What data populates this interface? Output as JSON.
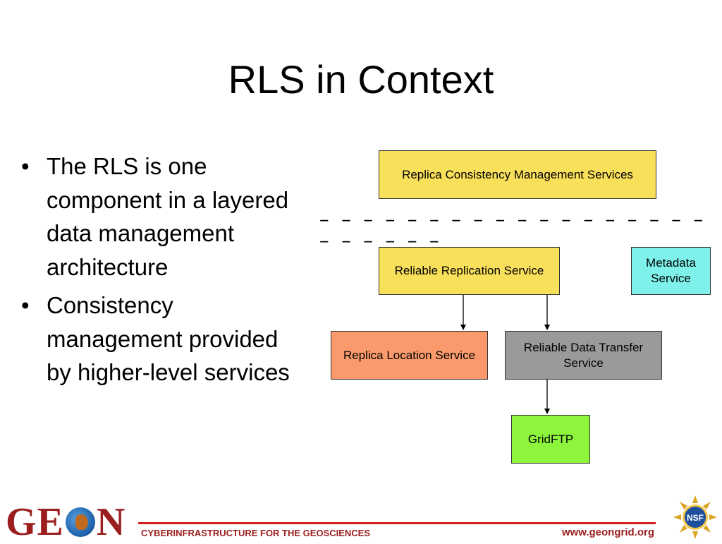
{
  "slide": {
    "title": "RLS in Context"
  },
  "bullets": [
    {
      "marker": "•",
      "text": "The RLS is one component in a layered data management architecture"
    },
    {
      "marker": "•",
      "text": "Consistency management provided by higher-level services"
    }
  ],
  "diagram": {
    "boxes": {
      "replica_consistency": {
        "label": "Replica Consistency Management Services",
        "color": "#f9e05a"
      },
      "reliable_replication": {
        "label": "Reliable Replication Service",
        "color": "#f9e05a"
      },
      "metadata": {
        "label": "Metadata Service",
        "color": "#7ef2ea"
      },
      "replica_location": {
        "label": "Replica Location Service",
        "color": "#fa9a6c"
      },
      "reliable_transfer": {
        "label": "Reliable Data Transfer Service",
        "color": "#9a9a9a"
      },
      "gridftp": {
        "label": "GridFTP",
        "color": "#8cf53c"
      }
    },
    "divider": "– – – – – – – – – – – – – – – – – – – – – – – –",
    "edges": [
      {
        "from": "reliable_replication",
        "to": "replica_location"
      },
      {
        "from": "reliable_replication",
        "to": "reliable_transfer"
      },
      {
        "from": "reliable_transfer",
        "to": "gridftp"
      }
    ]
  },
  "footer": {
    "logo_text": "GE N",
    "tagline": "CYBERINFRASTRUCTURE FOR THE GEOSCIENCES",
    "url": "www.geongrid.org",
    "nsf_label": "NSF",
    "accent_color": "#9b1e1e",
    "rule_color": "#d42020"
  }
}
